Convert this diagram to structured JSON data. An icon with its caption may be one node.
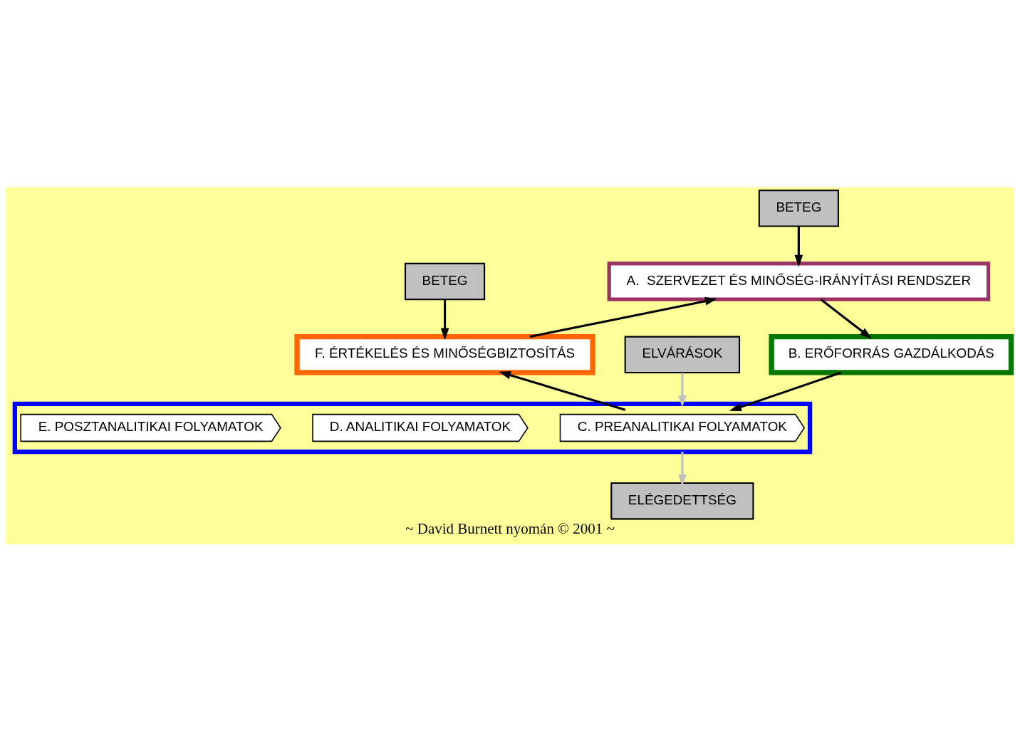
{
  "diagram": {
    "caption": "~ David Burnett nyomán © 2001 ~",
    "nodes": [
      {
        "text": [
          "A.  SZERVEZET ÉS MINŐSÉG-IRÁNYÍTÁSI RENDSZER"
        ]
      },
      {
        "text": [
          "B. ERŐFORRÁS GAZDÁLKODÁS"
        ]
      },
      {
        "text": [
          "F. ÉRTÉKELÉS ÉS MINŐSÉGBIZTOSÍTÁS"
        ]
      },
      {
        "text": [],
        "shape": "box"
      },
      {
        "text": [
          "C. PREANALITIKAI FOLYAMATOK"
        ],
        "in": 3
      },
      {
        "text": [
          "D. ANALITIKAI FOLYAMATOK"
        ],
        "in": 3
      },
      {
        "text": [
          "E. POSZTANALITIKAI FOLYAMATOK"
        ],
        "in": 3
      },
      {
        "text": [
          "BETEG"
        ]
      },
      {
        "text": [
          "ELVÁRÁSOK"
        ]
      },
      {
        "text": [
          "ELÉGEDETTSÉG"
        ]
      },
      {
        "text": [
          "BETEG"
        ]
      }
    ],
    "edges": [
      {
        "from": 7,
        "to": 0,
        "arrow": "to"
      },
      {
        "from": 0,
        "to": 1,
        "arrow": "to"
      },
      {
        "from": 1,
        "to": 4,
        "arrow": "to"
      },
      {
        "from": 8,
        "to": 3,
        "arrow": "to",
        "color": "#c0c0c0"
      },
      {
        "from": 3,
        "to": 9,
        "arrow": "to",
        "color": "#c0c0c0"
      },
      {
        "from": 4,
        "to": 2,
        "arrow": "to"
      },
      {
        "from": 2,
        "to": 0,
        "arrow": "to"
      },
      {
        "from": 10,
        "to": 2,
        "arrow": "to"
      }
    ]
  }
}
